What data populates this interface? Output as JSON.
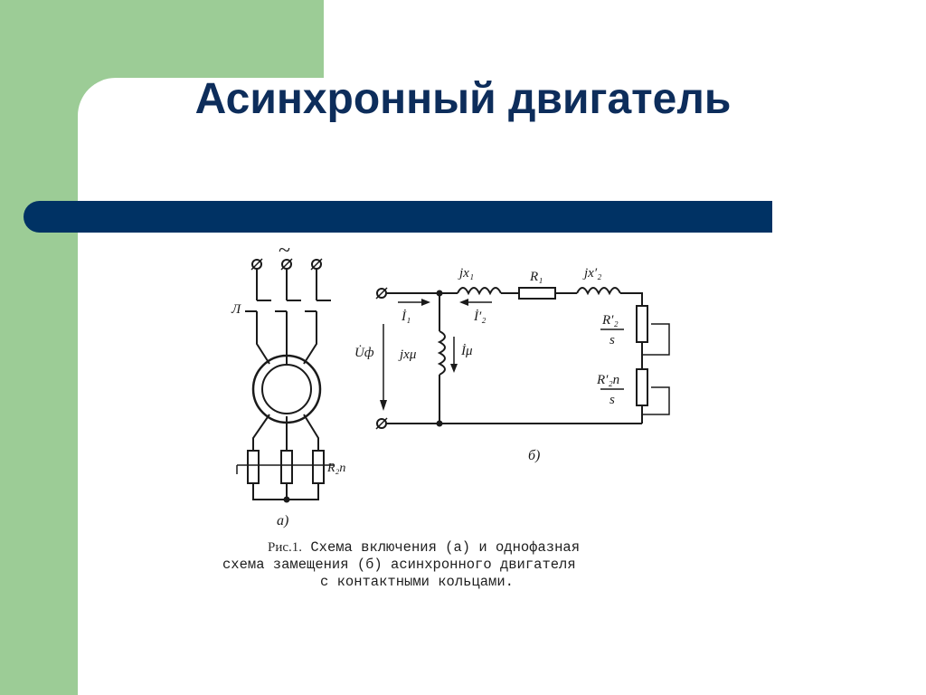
{
  "slide": {
    "title": "Асинхронный двигатель"
  },
  "colors": {
    "green_strip": "#9ccc96",
    "navy_bar": "#003264",
    "title_text": "#0d2d5b"
  },
  "diagram": {
    "scheme_a": {
      "supply_symbol": "~",
      "switch_label": "Л",
      "resistor_label": "R₂п",
      "panel_label": "а)"
    },
    "scheme_b": {
      "x1_label": "jx₁",
      "r1_label": "R₁",
      "x2_label": "jx′₂",
      "u_label": "U̇ф",
      "i1_label": "İ₁",
      "i2_label": "İ′₂",
      "xm_label": "jxμ",
      "im_label": "İμ",
      "r2_num": "R′₂",
      "r2n_num": "R′₂п",
      "s_den": "s",
      "panel_label": "б)"
    }
  },
  "caption": {
    "fig_no": "Рис.1.",
    "line1": "Схема включения (а) и однофазная",
    "line2": "схема замещения (б) асинхронного двигателя",
    "line3": "с контактными кольцами."
  }
}
